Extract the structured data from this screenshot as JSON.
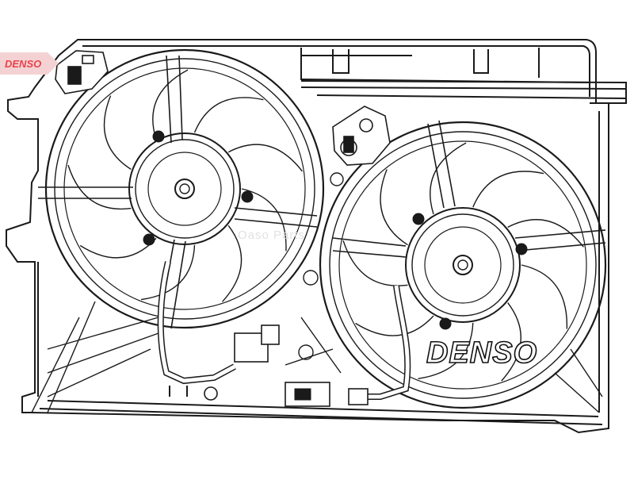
{
  "brand": {
    "logo_text": "DENSO",
    "badge_text": "DENSO",
    "watermark_text": "Oaso Parts",
    "badge_color": "#e8434b"
  },
  "drawing": {
    "line_color": "#1a1a1a",
    "fill_color": "#ffffff",
    "fan_left_blades": 9,
    "fan_right_blades": 9
  }
}
